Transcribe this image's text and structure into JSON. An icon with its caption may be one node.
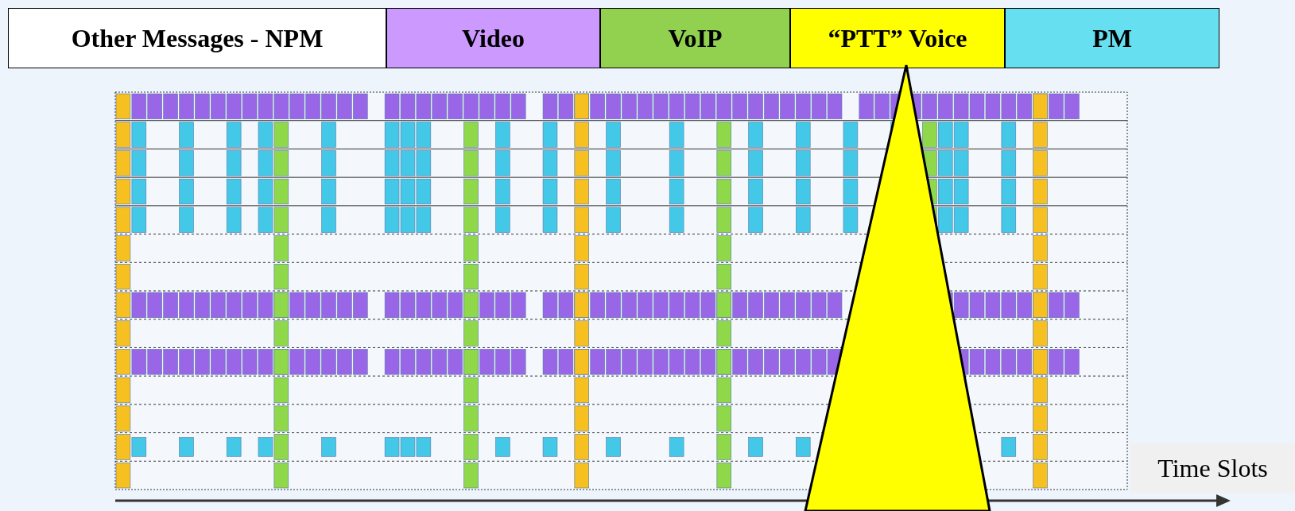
{
  "diagram": {
    "nodes": [
      {
        "text": [],
        "shape": "triangle"
      }
    ],
    "labels": [
      "Time Slots"
    ],
    "legend": [
      {
        "text": "Other Messages - NPM",
        "color": "#ffffff"
      },
      {
        "text": "Video",
        "color": "#cc99ff"
      },
      {
        "text": "VoIP",
        "color": "#92d050"
      },
      {
        "text": "“PTT” Voice",
        "color": "#ffff00"
      },
      {
        "text": "PM",
        "color": "#66e0f0"
      }
    ]
  }
}
